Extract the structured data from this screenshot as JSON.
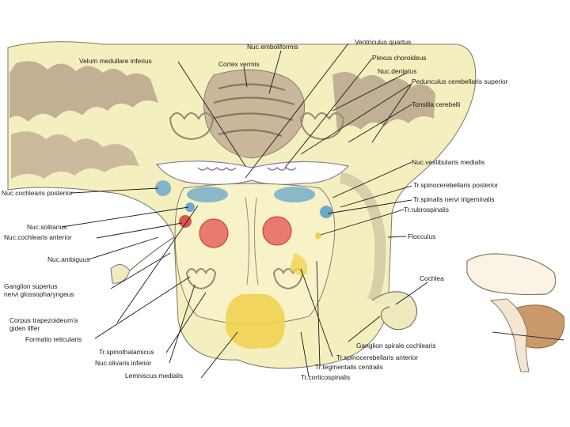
{
  "labels": {
    "nuc_emboliformis": "Nuc.emboliformis",
    "ventriculus_quartus": "Ventriculus quartus",
    "velum_medullare_inferius": "Velum medullare inferius",
    "cortex_vermis": "Cortex vermis",
    "plexus_choroideus": "Plexus choroideus",
    "nuc_dentatus": "Nuc.dentatus",
    "pedunculus_cerebellaris_superior": "Pedunculus cerebellaris superior",
    "tonsilla_cerebelli": "Tonsilla cerebelli",
    "nuc_vestibularis_medialis": "Nuc.vestibularis medialis",
    "tr_spinocerebellaris_posterior": "Tr.spinocerebellaris posterior",
    "nuc_cochlearis_posterior": "Nuc.cochlearis posterior",
    "tr_spinalis_nervi_trigeminalis": "Tr.spinalis nervi trigeminalis",
    "tr_rubrospinalis": "Tr.rubrospinalis",
    "nuc_solitarius": "Nuc.solitarius",
    "nuc_cochlearis_anterior": "Nuc.cochlearis anterior",
    "flocculus": "Flocculus",
    "nuc_ambiguus": "Nuc.ambiguus",
    "cochlea": "Cochlea",
    "ganglion_superius_line1": "Ganglion superius",
    "ganglion_superius_line2": "nervi glossopharyngeus",
    "corpus_trapezoideum_line1": "Corpus trapezoideum'a",
    "corpus_trapezoideum_line2": "giden lifler",
    "formatio_reticularis": "Formatio reticularis",
    "ganglion_spirale_cochlearis": "Ganglion spirale cochlearis",
    "tr_spinothalamicus": "Tr.spinothalamicus",
    "tr_spinocerebellaris_anterior": "Tr.spinocerebellaris anterior",
    "nuc_olivaris_inferior": "Nuc.olivaris inferior",
    "tr_tegmentalis_centralis": "Tr.tegmentalis centralis",
    "lemniscus_medialis": "Lemniscus medialis",
    "tr_corticospinalis": "Tr.corticospinalis"
  },
  "colors": {
    "background": "#ffffff",
    "tissue": "#f4efbf",
    "cortex": "#b9a58d",
    "ventricle": "#ffffff",
    "plexus": "#8e7aa8",
    "nucleus_blue": "#6fa9c9",
    "nucleus_red": "#d9564d",
    "corticospinal_yellow": "#f1d152",
    "outline": "#7d7565",
    "label_text": "#1a1a1a"
  }
}
